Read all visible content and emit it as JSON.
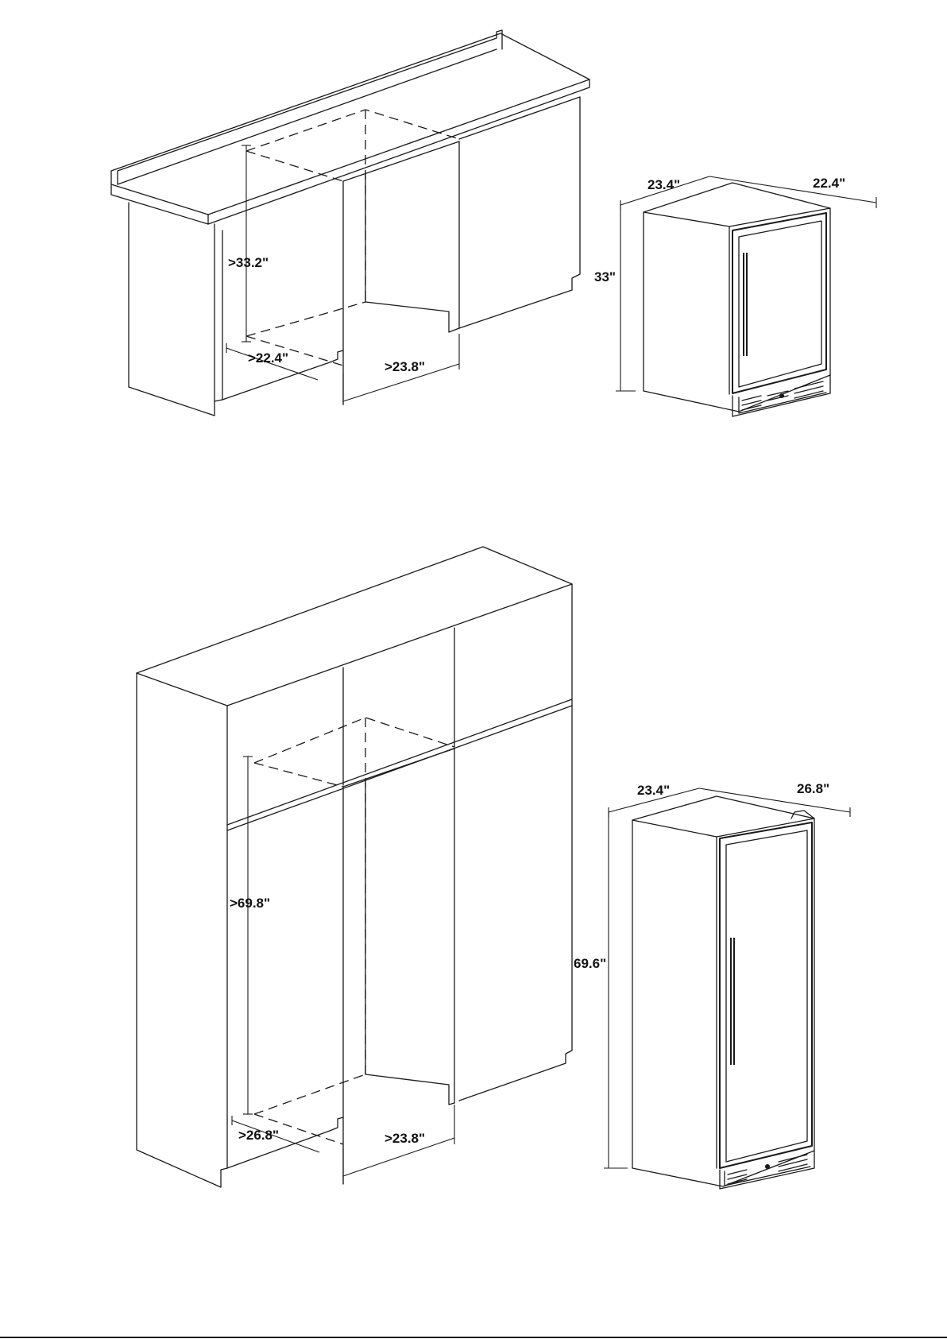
{
  "top_section": {
    "cabinet_height": ">33.2\"",
    "cabinet_depth": ">22.4\"",
    "cabinet_width": ">23.8\"",
    "unit_width": "23.4\"",
    "unit_depth": "22.4\"",
    "unit_height": "33\""
  },
  "bottom_section": {
    "cabinet_height": ">69.8\"",
    "cabinet_depth": ">26.8\"",
    "cabinet_width": ">23.8\"",
    "unit_width": "23.4\"",
    "unit_depth": "26.8\"",
    "unit_height": "69.6\""
  },
  "colors": {
    "line": "#1a1a1a",
    "background": "#ffffff"
  }
}
